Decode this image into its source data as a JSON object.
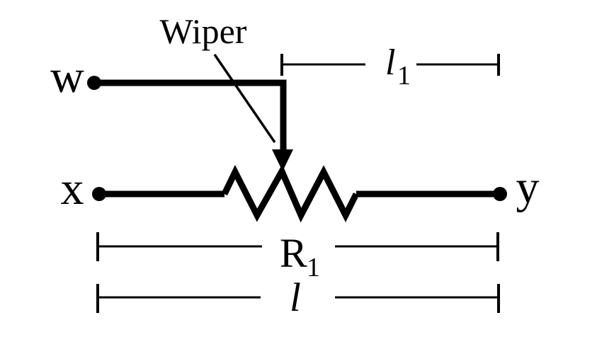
{
  "colors": {
    "ink": "#000000",
    "background": "#ffffff"
  },
  "labels": {
    "wiper": "Wiper",
    "terminal_w": "w",
    "terminal_x": "x",
    "terminal_y": "y"
  },
  "dimensions": {
    "l1_base": "l",
    "l1_sub": "1",
    "r1_base": "R",
    "r1_sub": "1",
    "l_base": "l"
  }
}
